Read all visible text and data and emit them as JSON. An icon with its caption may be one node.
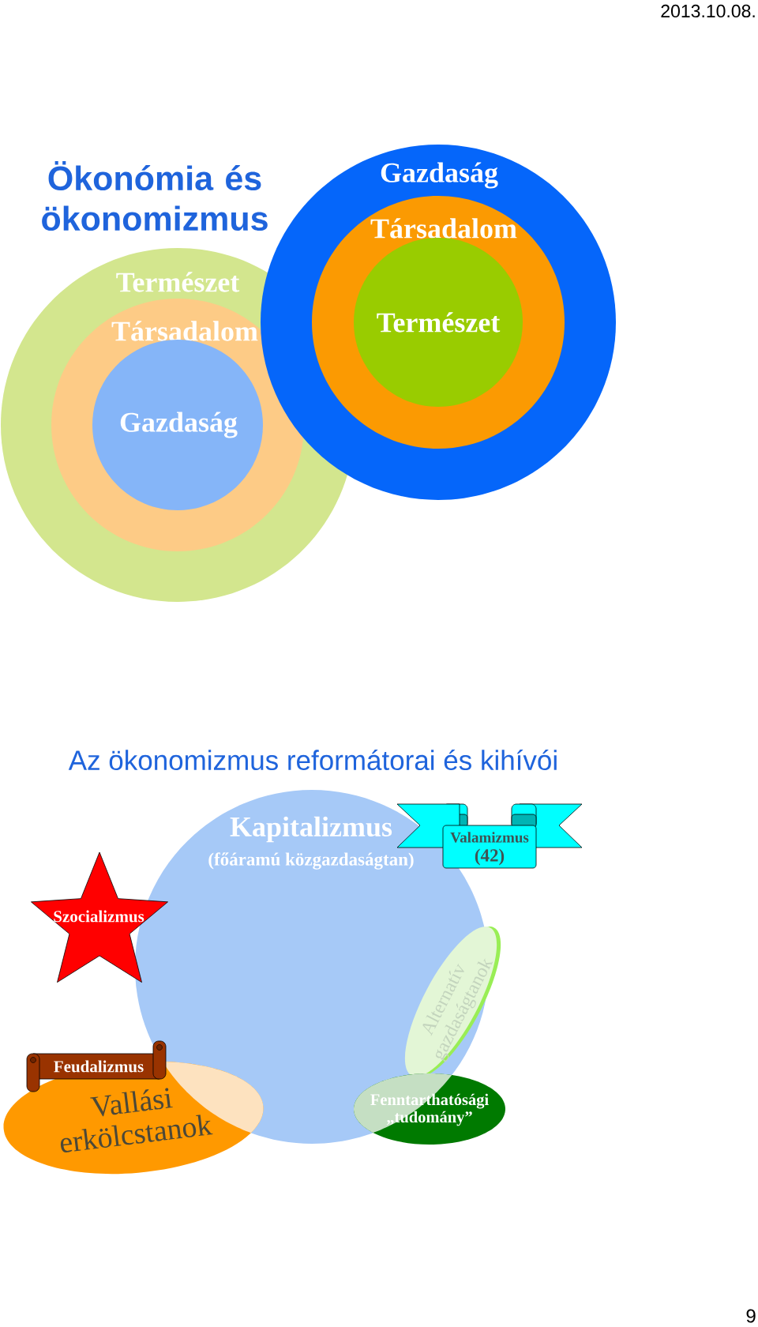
{
  "diagram": {
    "title": "Ökonómia és ökonomizmus",
    "nodes": [
      {
        "text": [
          "Természet"
        ]
      },
      {
        "text": [
          "Társadalom"
        ],
        "in": 0
      },
      {
        "text": [
          "Gazdaság"
        ],
        "in": 1
      },
      {
        "text": [
          "Gazdaság"
        ]
      },
      {
        "text": [
          "Társadalom"
        ],
        "in": 3
      },
      {
        "text": [
          "Természet"
        ],
        "in": 4
      },
      {
        "text": [
          "Kapitalizmus",
          "(főáramú közgazdaságtan)"
        ]
      },
      {
        "text": [
          "Valamizmus",
          "(42)"
        ]
      },
      {
        "text": [
          "Szocializmus"
        ]
      },
      {
        "text": [
          "Alternatív gazdaságtanok"
        ]
      },
      {
        "text": [
          "Feudalizmus"
        ]
      },
      {
        "text": [
          "Vallási erkölcstanok"
        ]
      },
      {
        "text": [
          "Fenntarthatósági „tudomány”"
        ]
      }
    ],
    "labels": [
      "2013.10.08.",
      "Az ökonomizmus reformátorai és kihívói",
      "9"
    ]
  }
}
